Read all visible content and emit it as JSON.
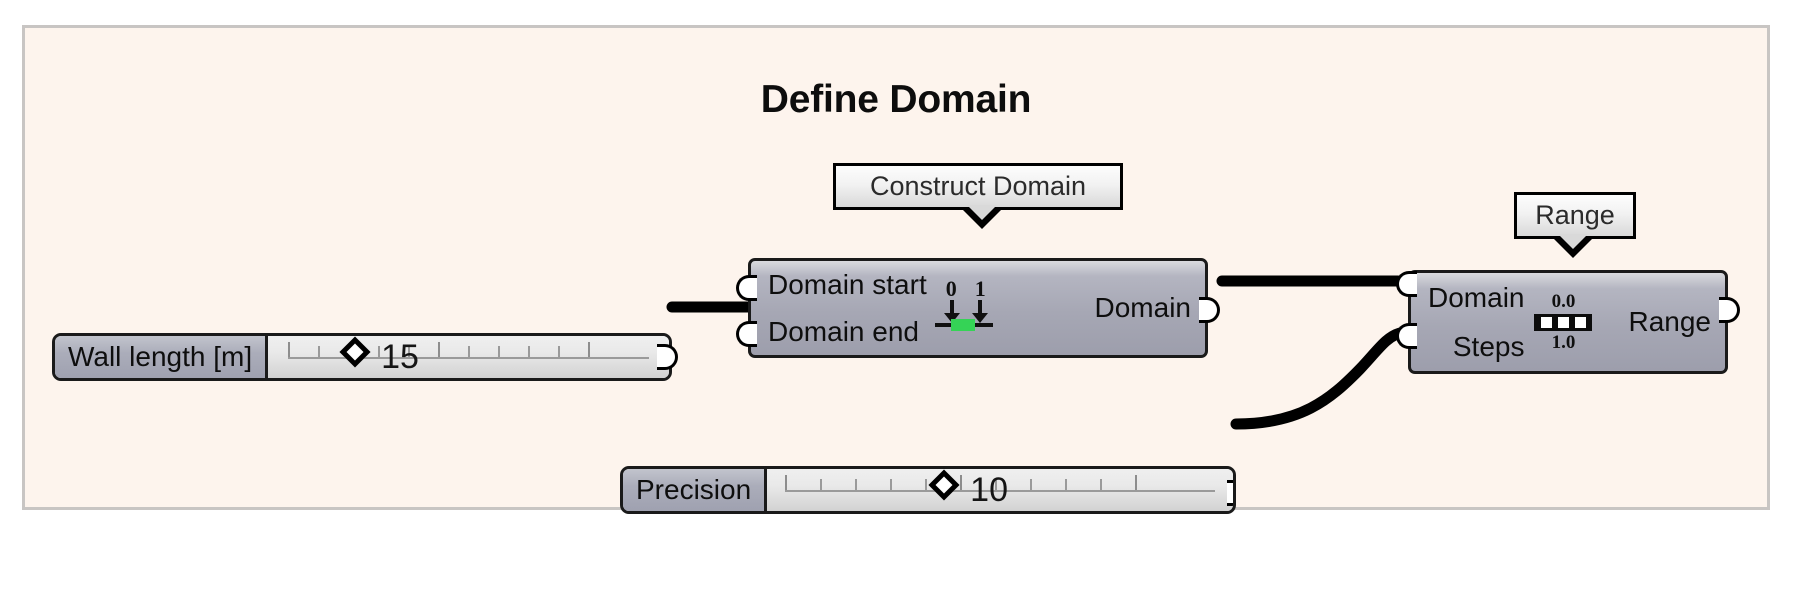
{
  "canvas": {
    "background_color": "#fdf4ed",
    "border_color": "#c8c5c3",
    "group_title": "Define Domain"
  },
  "callouts": [
    {
      "label": "Construct Domain"
    },
    {
      "label": "Range"
    }
  ],
  "sliders": [
    {
      "name": "Wall length [m]",
      "value": "15",
      "tick_count": 11,
      "grip_position_pct": 26
    },
    {
      "name": "Precision",
      "value": "10",
      "tick_count": 11,
      "grip_position_pct": 47
    }
  ],
  "nodes": [
    {
      "id": "construct-domain",
      "inputs": [
        "Domain start",
        "Domain end"
      ],
      "output": "Domain",
      "icon": "construct-domain-icon",
      "icon_values": {
        "start": "0",
        "end": "1",
        "band_color": "#35d356"
      }
    },
    {
      "id": "range",
      "inputs": [
        "Domain",
        "Steps"
      ],
      "output": "Range",
      "icon": "range-icon",
      "icon_values": {
        "top": "0.0",
        "bottom": "1.0",
        "segments": 3
      }
    }
  ],
  "wires": [
    {
      "from": "wall-length-slider-output",
      "to": "construct-domain-domain-end-input"
    },
    {
      "from": "construct-domain-domain-output",
      "to": "range-domain-input"
    },
    {
      "from": "precision-slider-output",
      "to": "range-steps-input"
    }
  ],
  "colors": {
    "node_body": "#a6a7b4",
    "wire": "#000000",
    "port_fill": "#ffffff",
    "accent_green": "#35d356"
  }
}
